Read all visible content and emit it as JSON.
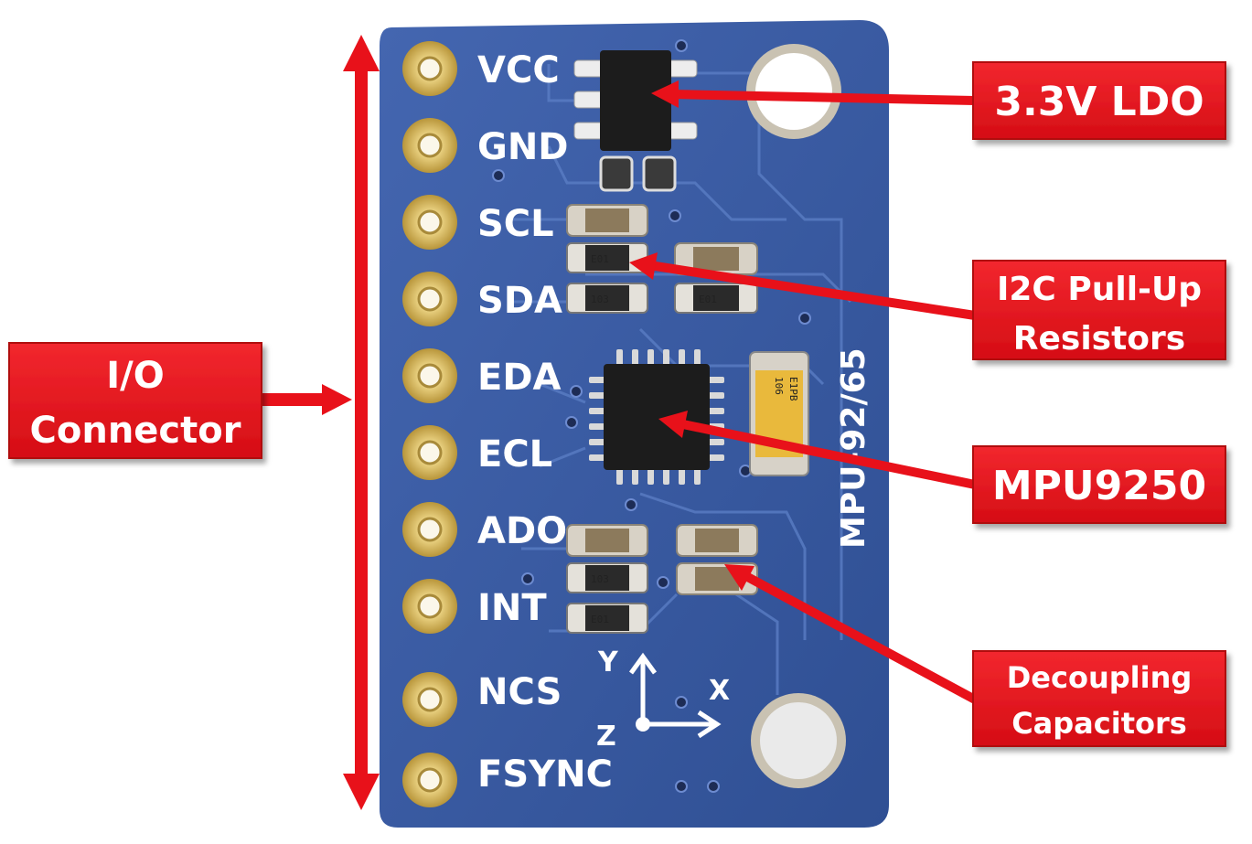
{
  "pins": [
    "VCC",
    "GND",
    "SCL",
    "SDA",
    "EDA",
    "ECL",
    "ADO",
    "INT",
    "NCS",
    "FSYNC"
  ],
  "board": {
    "silkscreen_model": "MPU-92/65",
    "axis_labels": {
      "y": "Y",
      "x": "X",
      "z": "Z"
    },
    "resistor_codes": [
      "E01",
      "103",
      "E01",
      "103",
      "E01"
    ],
    "capacitor_codes": [
      "106",
      "E1PB"
    ]
  },
  "callouts": {
    "ldo": {
      "line1": "3.3V LDO"
    },
    "pullup": {
      "line1": "I2C Pull-Up",
      "line2": "Resistors"
    },
    "mpu": {
      "line1": "MPU9250"
    },
    "decoupling": {
      "line1": "Decoupling",
      "line2": "Capacitors"
    },
    "io": {
      "line1": "I/O",
      "line2": "Connector"
    }
  },
  "colors": {
    "callout_red": "#e8111a",
    "arrow_red": "#e8111a",
    "board_blue": "#3d5fa8",
    "pad_gold": "#d4b55a",
    "chip_black": "#1c1c1c",
    "tantalum_yellow": "#e9b93c"
  }
}
